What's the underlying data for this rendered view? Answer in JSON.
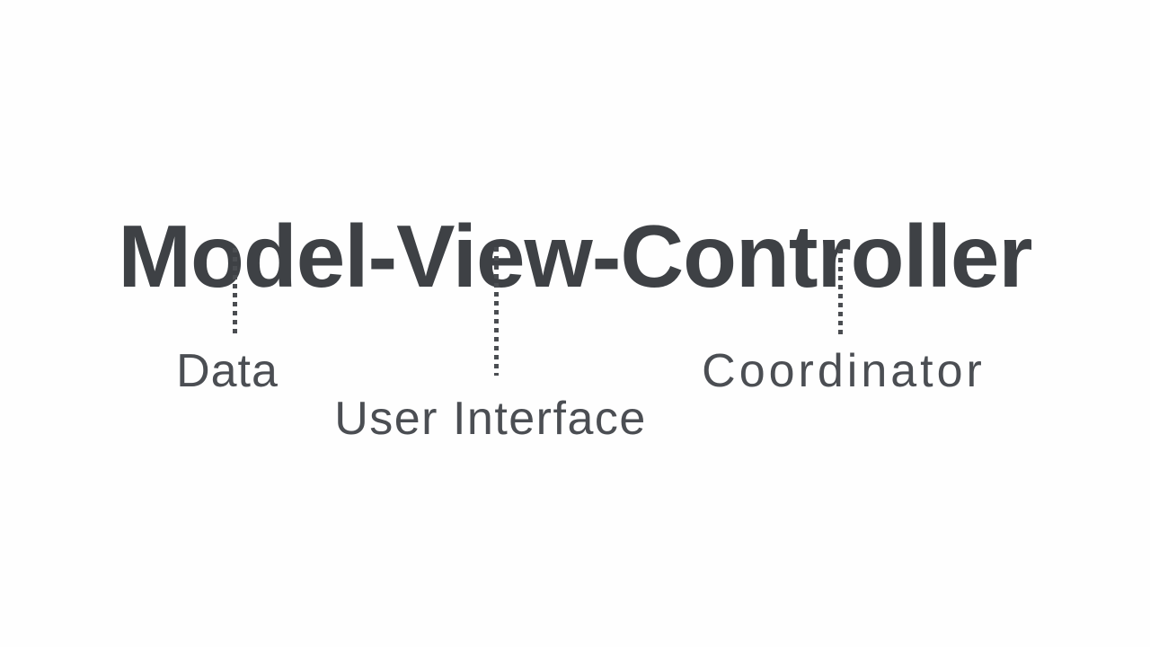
{
  "title": "Model-View-Controller",
  "annotations": [
    {
      "term": "Model",
      "label": "Data"
    },
    {
      "term": "View",
      "label": "User Interface"
    },
    {
      "term": "Controller",
      "label": "Coordinator"
    }
  ],
  "connectors": {
    "style": "dotted",
    "count": 3
  },
  "colors": {
    "background": "#fefefe",
    "title_text": "#3e4145",
    "label_text": "#4b4e53",
    "connector_dots": "#4a4d51"
  }
}
